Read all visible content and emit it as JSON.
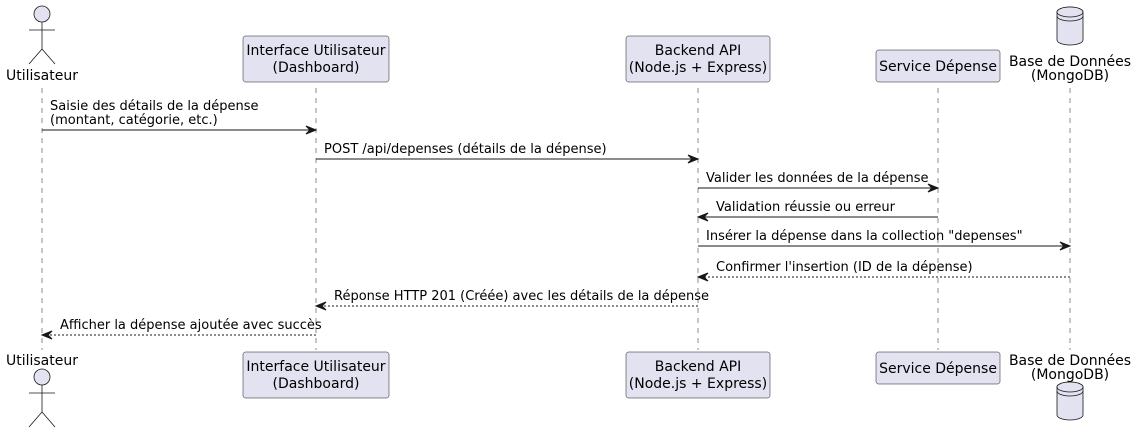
{
  "colors": {
    "participant_fill": "#E2E2F0",
    "participant_stroke": "#181818",
    "lifeline": "#181818",
    "arrow": "#181818"
  },
  "participants": [
    {
      "id": "user",
      "kind": "actor",
      "label": [
        "Utilisateur"
      ]
    },
    {
      "id": "ui",
      "kind": "box",
      "label": [
        "Interface Utilisateur",
        "(Dashboard)"
      ]
    },
    {
      "id": "api",
      "kind": "box",
      "label": [
        "Backend API",
        "(Node.js + Express)"
      ]
    },
    {
      "id": "svc",
      "kind": "box",
      "label": [
        "Service Dépense"
      ]
    },
    {
      "id": "db",
      "kind": "database",
      "label": [
        "Base de Données",
        "(MongoDB)"
      ]
    }
  ],
  "messages": [
    {
      "from": "user",
      "to": "ui",
      "style": "solid",
      "text": [
        "Saisie des détails de la dépense",
        "(montant, catégorie, etc.)"
      ]
    },
    {
      "from": "ui",
      "to": "api",
      "style": "solid",
      "text": [
        "POST /api/depenses (détails de la dépense)"
      ]
    },
    {
      "from": "api",
      "to": "svc",
      "style": "solid",
      "text": [
        "Valider les données de la dépense"
      ]
    },
    {
      "from": "svc",
      "to": "api",
      "style": "solid",
      "text": [
        "Validation réussie ou erreur"
      ]
    },
    {
      "from": "api",
      "to": "db",
      "style": "solid",
      "text": [
        "Insérer la dépense dans la collection \"depenses\""
      ]
    },
    {
      "from": "db",
      "to": "api",
      "style": "dashed",
      "text": [
        "Confirmer l'insertion (ID de la dépense)"
      ]
    },
    {
      "from": "api",
      "to": "ui",
      "style": "dashed",
      "text": [
        "Réponse HTTP 201 (Créée) avec les détails de la dépense"
      ]
    },
    {
      "from": "ui",
      "to": "user",
      "style": "dashed",
      "text": [
        "Afficher la dépense ajoutée avec succès"
      ]
    }
  ]
}
